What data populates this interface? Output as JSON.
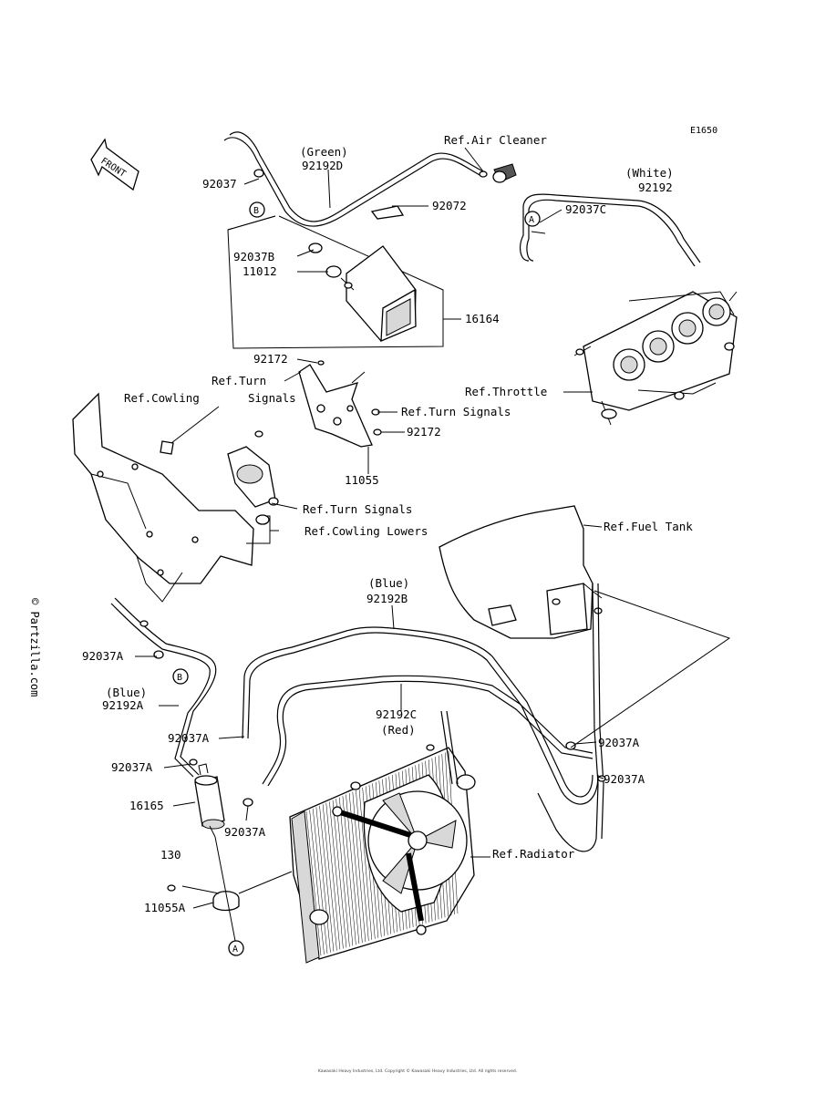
{
  "diagram_id": "E1650",
  "front_label": "FRONT",
  "watermark": "© Partzilla.com",
  "callouts": {
    "A": "A",
    "B": "B"
  },
  "labels": {
    "green": "(Green)",
    "p92192D": "92192D",
    "ref_air_cleaner": "Ref.Air Cleaner",
    "white": "(White)",
    "p92192": "92192",
    "p92037": "92037",
    "p92072": "92072",
    "p92037C": "92037C",
    "p92037B": "92037B",
    "p11012": "11012",
    "p16164": "16164",
    "p92172_top": "92172",
    "ref_turn_signals_1a": "Ref.Turn",
    "ref_turn_signals_1b": "Signals",
    "ref_cowling": "Ref.Cowling",
    "ref_throttle": "Ref.Throttle",
    "ref_turn_signals_2": "Ref.Turn Signals",
    "p92172_mid": "92172",
    "p11055": "11055",
    "ref_turn_signals_3": "Ref.Turn Signals",
    "ref_cowling_lowers": "Ref.Cowling Lowers",
    "ref_fuel_tank": "Ref.Fuel Tank",
    "blue_1": "(Blue)",
    "p92192B": "92192B",
    "p92037A_1": "92037A",
    "blue_2": "(Blue)",
    "p92192A": "92192A",
    "p92037A_2": "92037A",
    "p92192C": "92192C",
    "red": "(Red)",
    "p92037A_3": "92037A",
    "p92037A_4": "92037A",
    "p92037A_5": "92037A",
    "p16165": "16165",
    "p92037A_6": "92037A",
    "ref_radiator": "Ref.Radiator",
    "p130": "130",
    "p11055A": "11055A"
  },
  "footer": "Kawasaki Heavy Industries, Ltd. Copyright © Kawasaki Heavy Industries, Ltd. All rights reserved."
}
